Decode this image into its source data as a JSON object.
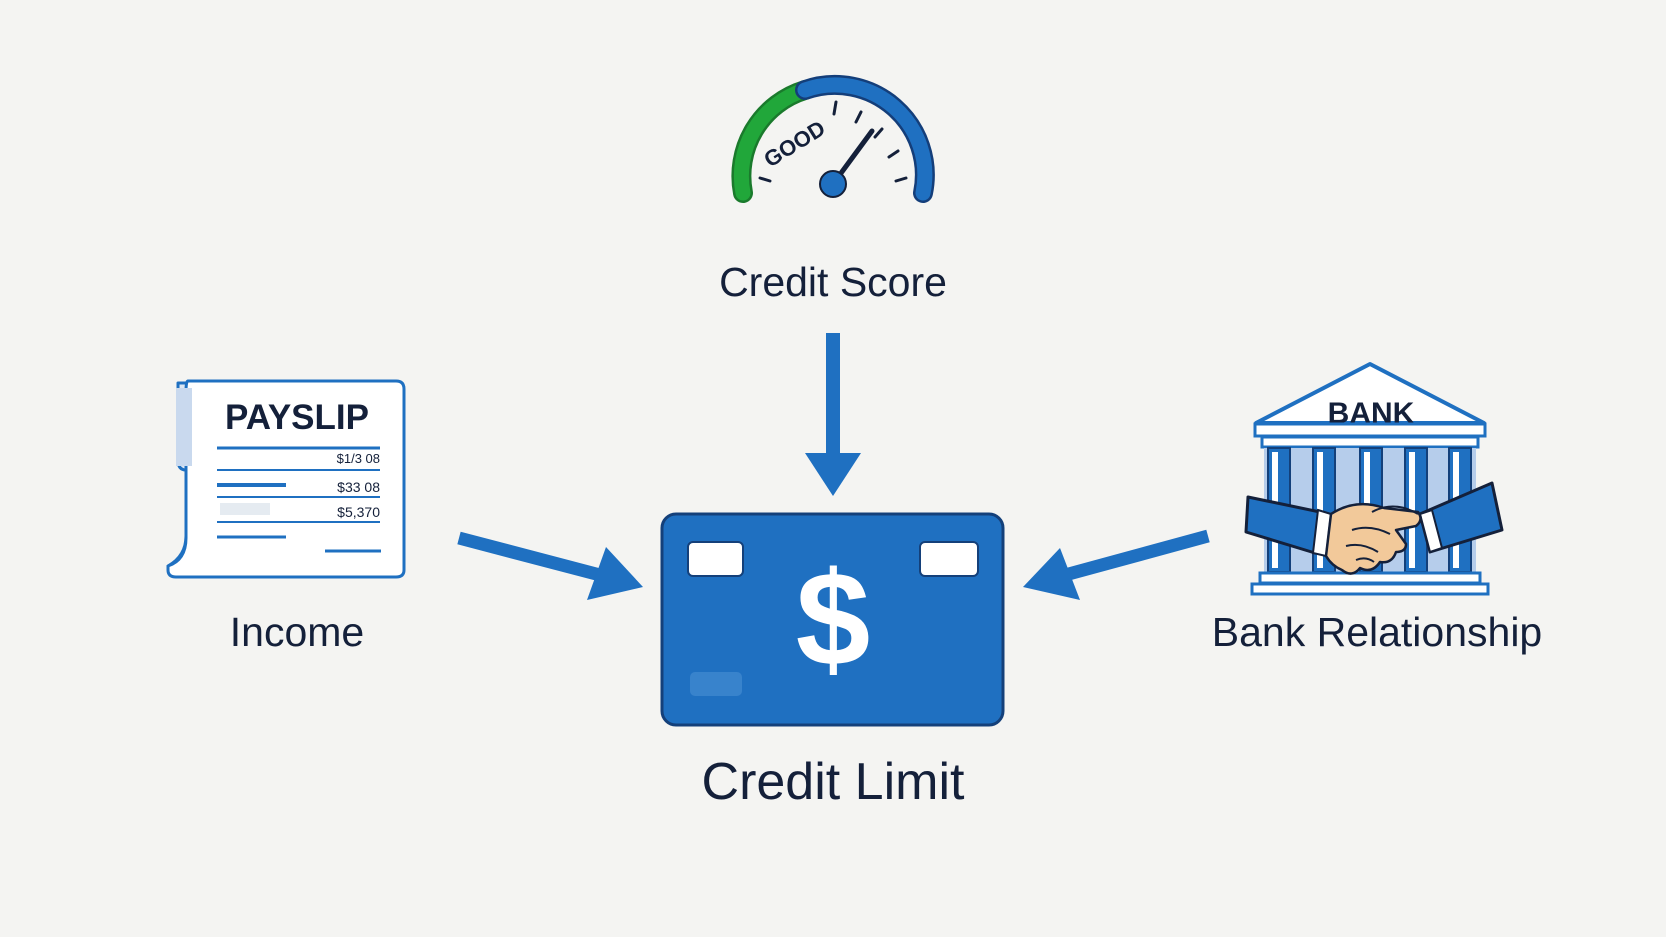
{
  "nodes": {
    "credit_score": {
      "label": "Credit Score",
      "gauge_text": "GOOD"
    },
    "income": {
      "label": "Income",
      "doc_title": "PAYSLIP",
      "amounts": [
        "$1/3 08",
        "$33 08",
        "$5,370"
      ]
    },
    "bank_relationship": {
      "label": "Bank Relationship",
      "building_text": "BANK"
    },
    "credit_limit": {
      "label": "Credit Limit",
      "card_symbol": "$"
    }
  },
  "colors": {
    "primary_blue": "#1f70c1",
    "dark_navy": "#14203a",
    "gauge_green": "#21a73a",
    "background": "#f4f4f2",
    "hand_skin": "#f2c99a"
  },
  "icons": [
    "gauge-icon",
    "payslip-icon",
    "bank-handshake-icon",
    "credit-card-icon"
  ]
}
